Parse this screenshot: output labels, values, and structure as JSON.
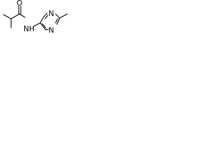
{
  "molecule": {
    "atoms": {
      "carbonyl_oxygen": "O",
      "amide_nitrogen": "NH",
      "ring_nitrogen_top": "N",
      "ring_nitrogen_bottom": "N"
    },
    "colors": {
      "bond": "#000000",
      "label": "#000000",
      "background": "#ffffff"
    }
  }
}
